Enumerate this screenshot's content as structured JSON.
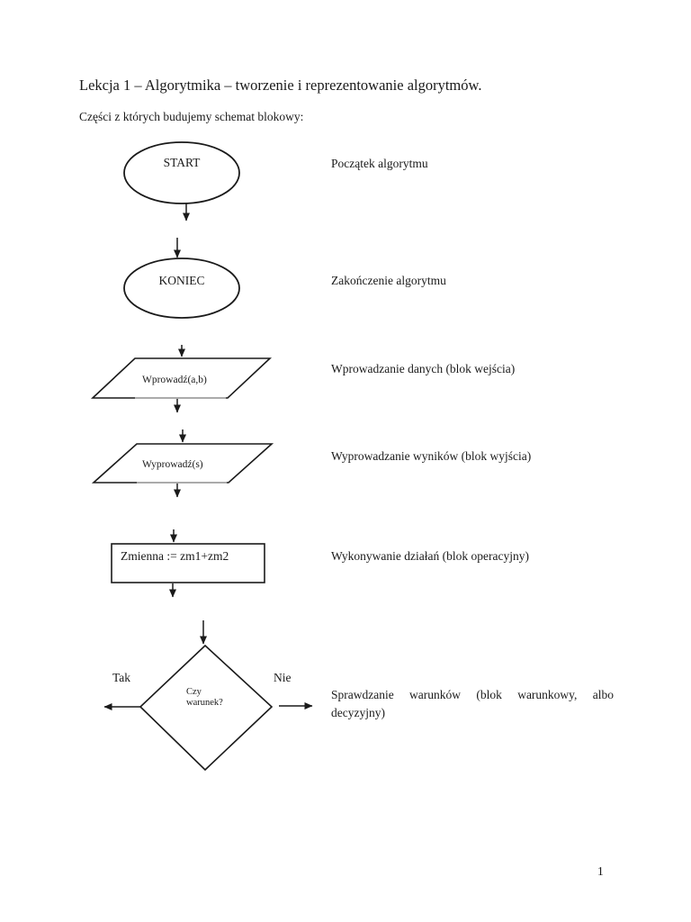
{
  "page": {
    "title": "Lekcja 1 – Algorytmika – tworzenie i reprezentowanie algorytmów.",
    "subtitle": "Części z których budujemy schemat blokowy:",
    "page_number": "1"
  },
  "flowchart": {
    "start": {
      "shape": "ellipse",
      "text": "START",
      "description": "Początek algorytmu"
    },
    "end": {
      "shape": "ellipse",
      "text": "KONIEC",
      "description": "Zakończenie algorytmu"
    },
    "input": {
      "shape": "parallelogram",
      "text": "Wprowadź(a,b)",
      "description": "Wprowadzanie danych (blok wejścia)"
    },
    "output": {
      "shape": "parallelogram",
      "text": "Wyprowadź(s)",
      "description": "Wyprowadzanie wyników (blok wyjścia)"
    },
    "operation": {
      "shape": "rectangle",
      "text": "Zmienna := zm1+zm2",
      "description": "Wykonywanie działań (blok operacyjny)"
    },
    "decision": {
      "shape": "diamond",
      "text_line1": "Czy",
      "text_line2": "warunek?",
      "branch_yes": "Tak",
      "branch_no": "Nie",
      "description": "Sprawdzanie warunków (blok warunkowy, albo decyzyjny)"
    }
  },
  "colors": {
    "ink": "#1a1a1a",
    "paper": "#ffffff"
  }
}
